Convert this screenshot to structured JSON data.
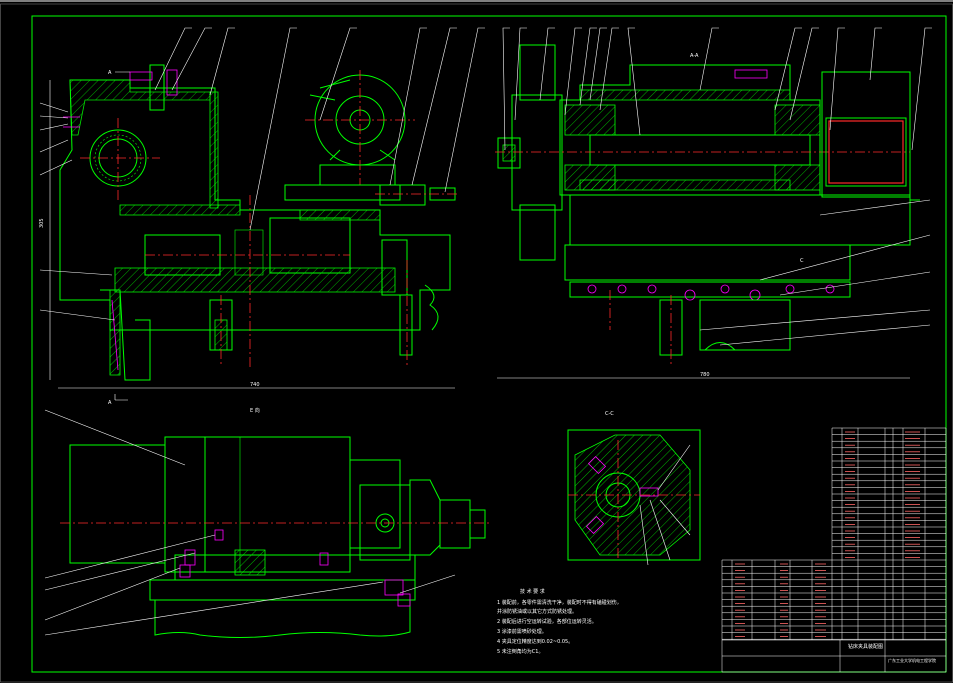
{
  "drawing": {
    "view_labels": {
      "section_aa": "A-A",
      "view_e": "E 向",
      "section_cc": "C-C",
      "mark_a_top": "A",
      "mark_a_bottom": "A",
      "mark_c": "C"
    },
    "dimensions": {
      "left_height": "305",
      "left_width": "740",
      "right_width": "780"
    },
    "tech_requirements": {
      "title": "技 术 要 求",
      "items": [
        "1 装配前，各零件需清洗干净，装配时不得有磕碰划伤，",
        "  并涂防锈油或以其它方式防锈处理。",
        "2 装配后进行空运转试验，各部位运转灵活。",
        "3 涂漆前需喷砂处理。",
        "4 夹具定位精度达到0.02~0.05。",
        "5 未注倒角均为C1。"
      ]
    },
    "title_block": {
      "name": "钻床夹具装配图",
      "school": "广东工业大学机电工程学院"
    },
    "colors": {
      "background": "#000000",
      "lines": "#00ff00",
      "centerlines": "#ff2a2a",
      "text": "#ffffff",
      "accent": "#ff00ff"
    }
  }
}
